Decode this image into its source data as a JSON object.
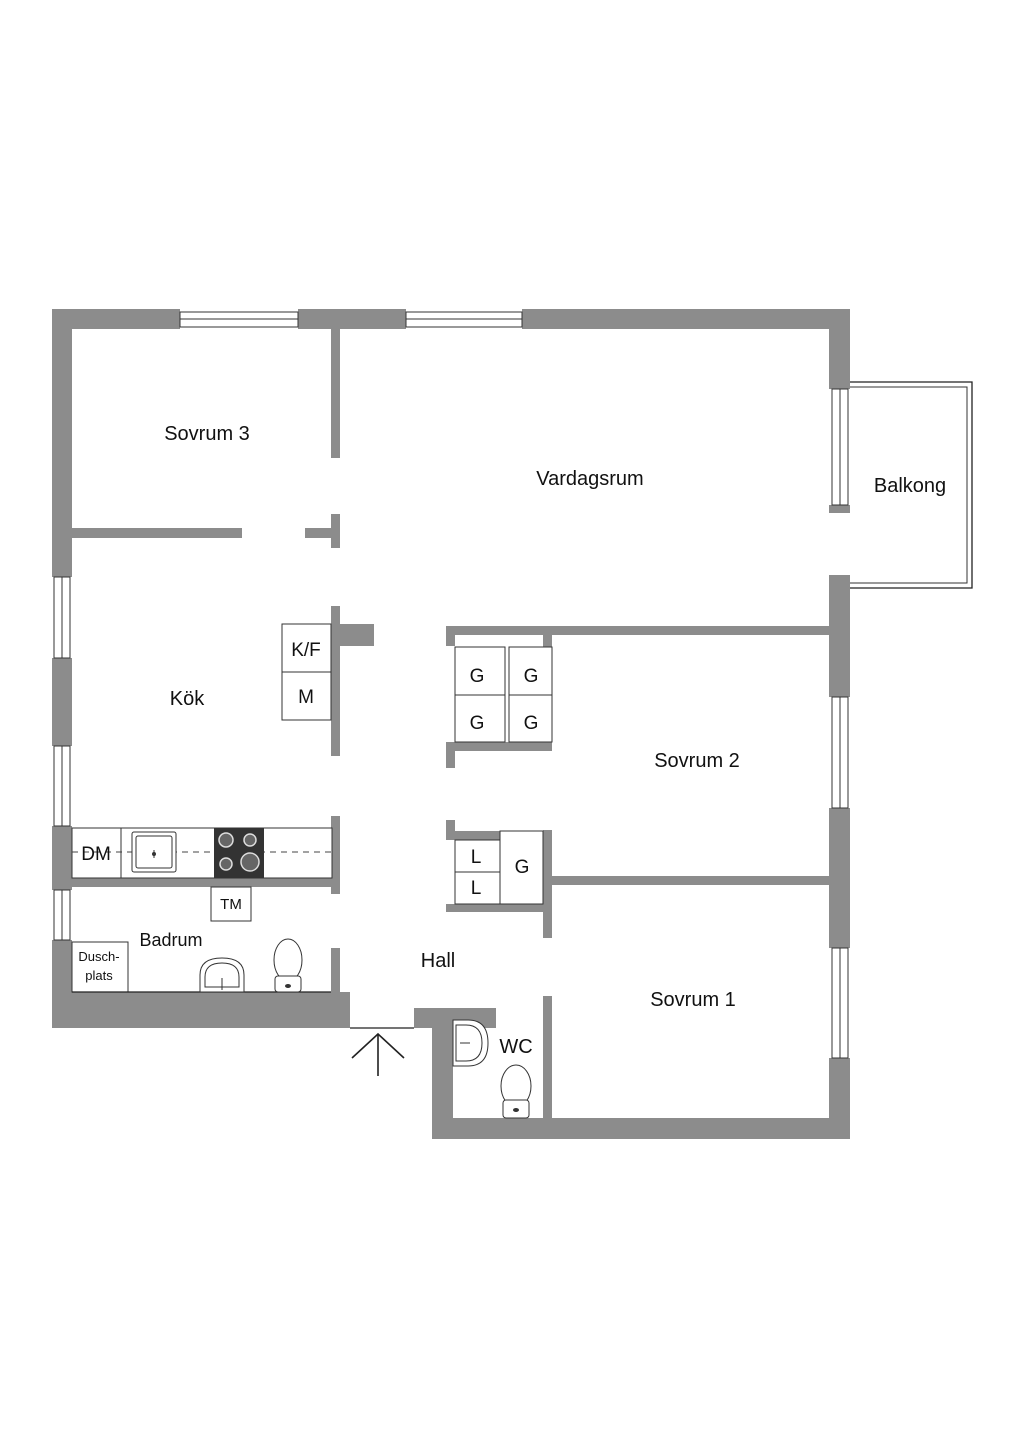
{
  "rooms": {
    "sovrum3": "Sovrum 3",
    "vardagsrum": "Vardagsrum",
    "balkong": "Balkong",
    "kok": "Kök",
    "sovrum2": "Sovrum 2",
    "sovrum1": "Sovrum 1",
    "badrum": "Badrum",
    "hall": "Hall",
    "wc": "WC"
  },
  "fixtures": {
    "kf": "K/F",
    "m": "M",
    "dm": "DM",
    "tm": "TM",
    "g": "G",
    "l": "L",
    "duschplats_line1": "Dusch-",
    "duschplats_line2": "plats"
  }
}
